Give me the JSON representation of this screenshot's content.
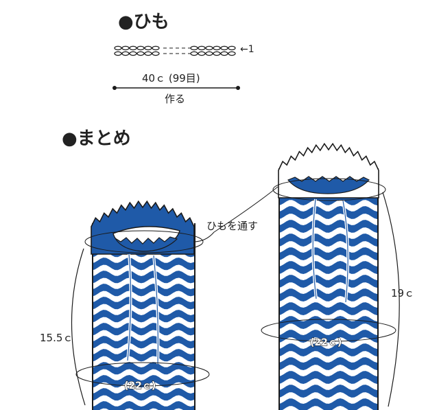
{
  "sections": {
    "himo": {
      "heading": "●ひも"
    },
    "matome": {
      "heading": "●まとめ"
    }
  },
  "cord": {
    "row_marker": "←1",
    "length_label": "40ｃ (99目)",
    "make_label": "作る"
  },
  "left_tube": {
    "height_label": "15.5ｃ",
    "circumference_label": "(22ｃ)"
  },
  "right_tube": {
    "height_label": "19ｃ",
    "circumference_label": "(22ｃ)"
  },
  "callout": {
    "label": "ひもを通す"
  },
  "colors": {
    "stripe": "#1f5aa8",
    "stripe_dark": "#1646a0",
    "outline": "#1a1a1a",
    "background": "#ffffff"
  }
}
